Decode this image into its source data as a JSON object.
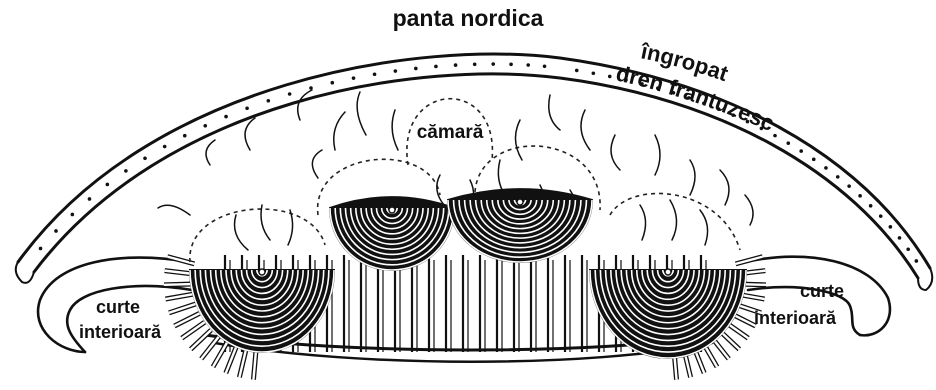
{
  "labels": {
    "top_slope": "panta nordica",
    "buried": "îngropat",
    "drain": "dren frantuzesc",
    "chamber": "cămară",
    "inner_yard_left_1": "curte",
    "inner_yard_left_2": "interioară",
    "inner_yard_right_1": "curte",
    "inner_yard_right_2": "interioară"
  },
  "colors": {
    "ink": "#111111",
    "background": "#ffffff"
  }
}
